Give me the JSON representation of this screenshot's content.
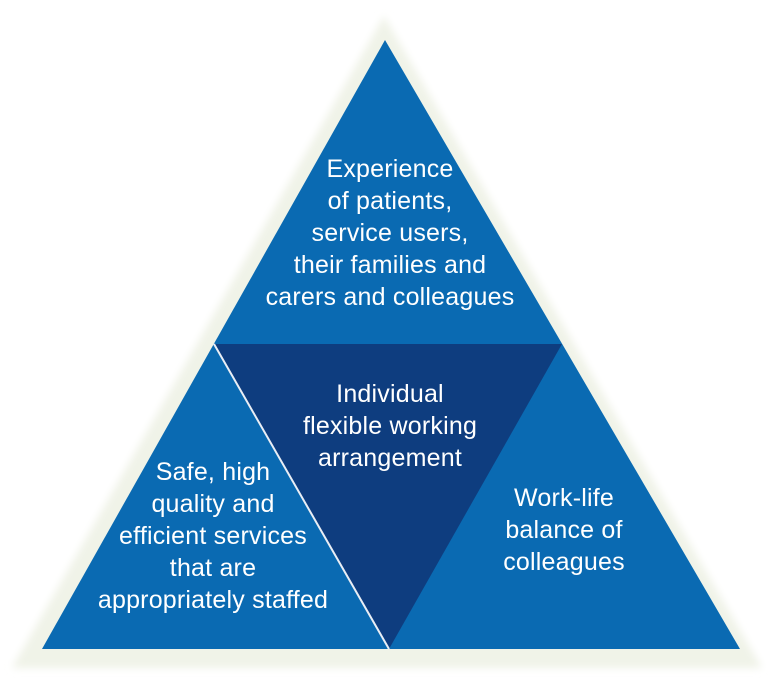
{
  "canvas": {
    "background": "#ffffff",
    "halo_color": "#f0f3e8"
  },
  "diagram": {
    "type": "pyramid",
    "colors": {
      "outer_triangle": "#0a6ab2",
      "center_triangle": "#0e3d7f",
      "text": "#ffffff",
      "divider_line": "#e9eef5"
    },
    "sections": {
      "top": {
        "text": "Experience of patients, service users, their families and carers and colleagues",
        "lines": [
          "Experience",
          "of patients,",
          "service users,",
          "their families and",
          "carers and colleagues"
        ]
      },
      "center": {
        "text": "Individual flexible working arrangement",
        "lines": [
          "Individual",
          "flexible working",
          "arrangement"
        ]
      },
      "bottom_left": {
        "text": "Safe, high quality and efficient services that are appropriately staffed",
        "lines": [
          "Safe, high",
          "quality and",
          "efficient services",
          "that are",
          "appropriately staffed"
        ]
      },
      "bottom_right": {
        "text": "Work-life balance of colleagues",
        "lines": [
          "Work-life",
          "balance of",
          "colleagues"
        ]
      }
    }
  }
}
